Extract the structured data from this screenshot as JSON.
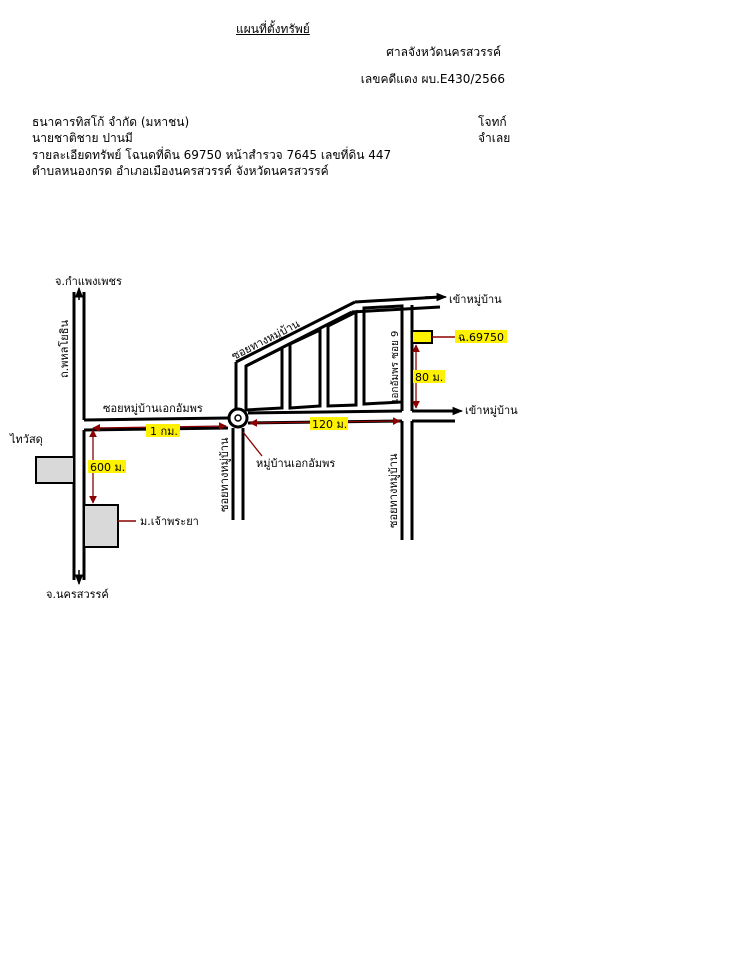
{
  "header": {
    "title": "แผนที่ตั้งทรัพย์",
    "court": "ศาลจังหวัดนครสวรรค์",
    "case_no": "เลขคดีแดง ผบ.E430/2566"
  },
  "parties": {
    "plaintiff_name": "ธนาคารทิสโก้ จำกัด (มหาชน)",
    "plaintiff_role": "โจทก์",
    "defendant_name": "นายชาติชาย ปานมี",
    "defendant_role": "จำเลย",
    "property_detail": "รายละเอียดทรัพย์ โฉนดที่ดิน 69750 หน้าสำรวจ 7645 เลขที่ดิน 447",
    "property_location": "ตำบลหนองกรด อำเภอเมืองนครสวรรค์ จังหวัดนครสวรรค์"
  },
  "map": {
    "labels": {
      "to_kamphaeng": "จ.กำแพงเพชร",
      "to_nakhonsawan": "จ.นครสวรรค์",
      "highway": "ถ.พหลโยธิน",
      "soi_village": "ซอยหมู่บ้านเอกอัมพร",
      "soi_route_upper": "ซอยทางหมู่บ้าน",
      "soi_route_center": "ซอยทางหมู่บ้าน",
      "soi_route_right": "ซอยทางหมู่บ้าน",
      "soi_9": "เอกอัมพร ซอย 9",
      "enter_village_top": "เข้าหมู่บ้าน",
      "enter_village_mid": "เข้าหมู่บ้าน",
      "village_roundabout": "หมู่บ้านเอกอัมพร",
      "thai_watsadu": "ไทวัสดุ",
      "university": "ม.เจ้าพระยา",
      "deed": "ฉ.69750",
      "dist_1km": "1 กม.",
      "dist_600m": "600 ม.",
      "dist_120m": "120 ม.",
      "dist_80m": "80 ม."
    },
    "colors": {
      "highlight": "#fff200",
      "building": "#d9d9d9",
      "dimension": "#8b0000",
      "road": "#000000"
    }
  }
}
